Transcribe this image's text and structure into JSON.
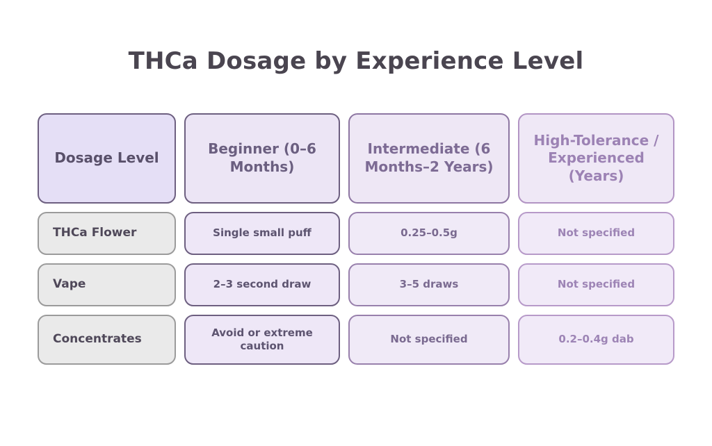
{
  "page": {
    "title": "THCa Dosage by Experience Level",
    "background_color": "#ffffff",
    "title_color": "#4a4550"
  },
  "table": {
    "columns": [
      {
        "key": "dosage_level",
        "label": "Dosage Level"
      },
      {
        "key": "beginner",
        "label": "Beginner (0–6 Months)"
      },
      {
        "key": "intermediate",
        "label": "Intermediate (6 Months–2 Years)"
      },
      {
        "key": "high_tolerance",
        "label": "High-Tolerance / Experienced (Years)"
      }
    ],
    "rows": [
      {
        "label": "THCa Flower",
        "beginner": "Single small puff",
        "intermediate": "0.25–0.5g",
        "high_tolerance": "Not specified"
      },
      {
        "label": "Vape",
        "beginner": "2–3 second draw",
        "intermediate": "3–5 draws",
        "high_tolerance": "Not specified"
      },
      {
        "label": "Concentrates",
        "beginner": "Avoid or extreme caution",
        "intermediate": "Not specified",
        "high_tolerance": "0.2–0.4g dab"
      }
    ],
    "colors": {
      "header_col1_bg": "#e5dff6",
      "header_col2_bg": "#ece5f5",
      "header_col3_bg": "#eee7f5",
      "header_col4_bg": "#efe8f6",
      "body_col1_bg": "#eaeaea",
      "body_col2_bg": "#eee7f7",
      "body_col3_bg": "#f0eaf7",
      "body_col4_bg": "#f1eaf8",
      "border_dark": "#6d5f80",
      "border_mid": "#9880ac",
      "border_light": "#b79ac9",
      "border_gray": "#9b9b9b",
      "text_dark": "#4f4859",
      "text_mid": "#7a6a90",
      "text_light": "#9d84b5"
    }
  }
}
